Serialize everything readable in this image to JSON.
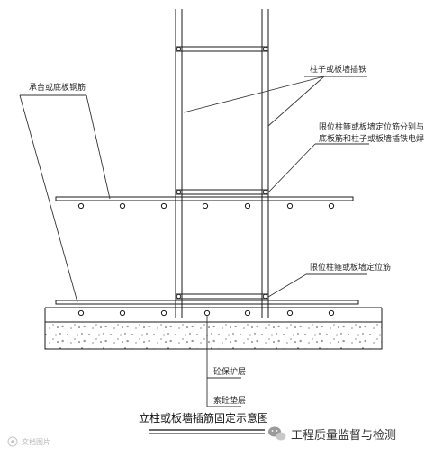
{
  "labels": {
    "cap_rebar": "承台或底板钢筋",
    "column_dowel": "柱子或板墙插铁",
    "positioning_weld_1": "限位柱箍或板墙定位筋分别与",
    "positioning_weld_2": "底板筋和柱子或板墙插铁电焊",
    "positioning_rebar": "限位柱箍或板墙定位筋",
    "cover": "砼保护层",
    "cushion": "素砼垫层"
  },
  "title": "立柱或板墙插筋固定示意图",
  "watermark": "文档图片",
  "brand": "工程质量监督与检测",
  "icons": {
    "brand_logo": "wechat-logo-icon",
    "watermark_logo": "watermark-logo-icon"
  },
  "colors": {
    "line": "#1a1a1a",
    "leader": "#333333",
    "text": "#2a2a2a"
  }
}
